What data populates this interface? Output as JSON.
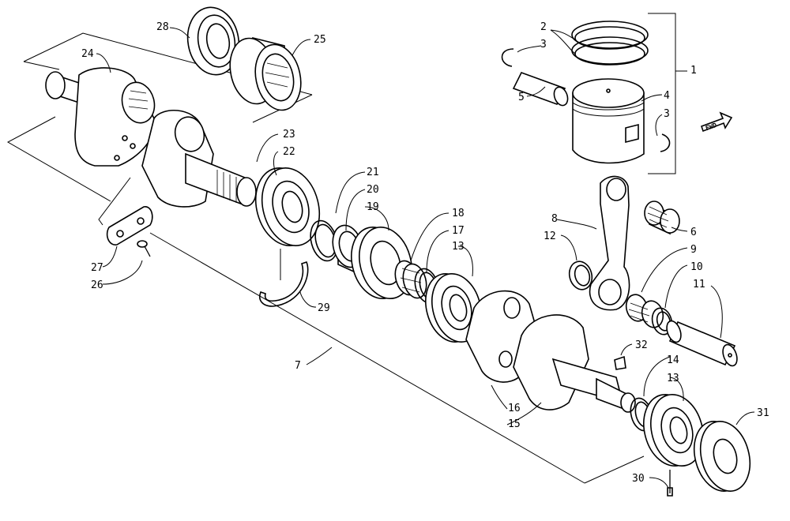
{
  "diagram": {
    "fwd_label": "FWD",
    "callouts": [
      {
        "id": "c1",
        "text": "1"
      },
      {
        "id": "c2",
        "text": "2"
      },
      {
        "id": "c3a",
        "text": "3"
      },
      {
        "id": "c3b",
        "text": "3"
      },
      {
        "id": "c4",
        "text": "4"
      },
      {
        "id": "c5",
        "text": "5"
      },
      {
        "id": "c6",
        "text": "6"
      },
      {
        "id": "c7",
        "text": "7"
      },
      {
        "id": "c8",
        "text": "8"
      },
      {
        "id": "c9",
        "text": "9"
      },
      {
        "id": "c10",
        "text": "10"
      },
      {
        "id": "c11",
        "text": "11"
      },
      {
        "id": "c12",
        "text": "12"
      },
      {
        "id": "c13a",
        "text": "13"
      },
      {
        "id": "c13b",
        "text": "13"
      },
      {
        "id": "c14",
        "text": "14"
      },
      {
        "id": "c15",
        "text": "15"
      },
      {
        "id": "c16",
        "text": "16"
      },
      {
        "id": "c17",
        "text": "17"
      },
      {
        "id": "c18",
        "text": "18"
      },
      {
        "id": "c19",
        "text": "19"
      },
      {
        "id": "c20",
        "text": "20"
      },
      {
        "id": "c21",
        "text": "21"
      },
      {
        "id": "c22",
        "text": "22"
      },
      {
        "id": "c23",
        "text": "23"
      },
      {
        "id": "c24",
        "text": "24"
      },
      {
        "id": "c25",
        "text": "25"
      },
      {
        "id": "c26",
        "text": "26"
      },
      {
        "id": "c27",
        "text": "27"
      },
      {
        "id": "c28",
        "text": "28"
      },
      {
        "id": "c29",
        "text": "29"
      },
      {
        "id": "c30",
        "text": "30"
      },
      {
        "id": "c31",
        "text": "31"
      },
      {
        "id": "c32",
        "text": "32"
      }
    ]
  }
}
